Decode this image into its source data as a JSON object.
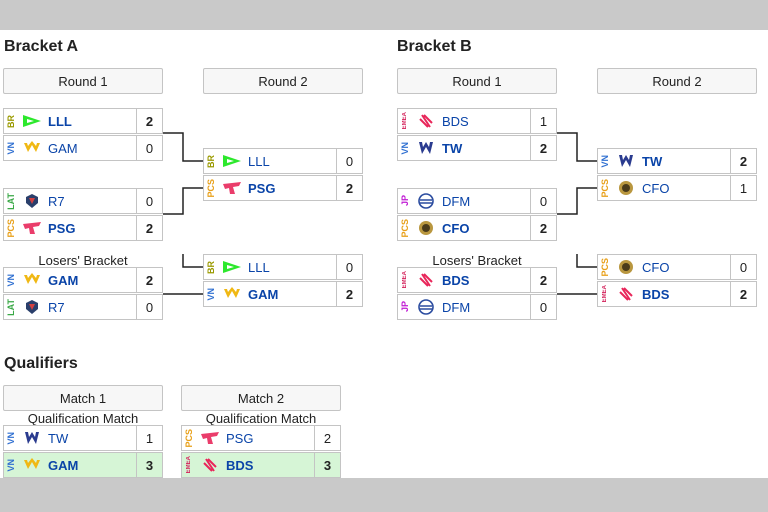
{
  "colors": {
    "region_BR": "#9a9a00",
    "region_VN": "#2f6fd1",
    "region_LAT": "#39a846",
    "region_PCS": "#e8a019",
    "region_EMEA": "#d4245c",
    "region_JP": "#c01bd4",
    "link": "#0a44a8",
    "winner_highlight": "#d6f5d6"
  },
  "bracket_a": {
    "title": "Bracket A",
    "round1_label": "Round 1",
    "round2_label": "Round 2",
    "losers_label": "Losers' Bracket",
    "r1_match1": [
      {
        "region": "BR",
        "name": "LLL",
        "score": "2",
        "logo": "lll-logo-icon"
      },
      {
        "region": "VN",
        "name": "GAM",
        "score": "0",
        "logo": "gam-logo-icon"
      }
    ],
    "r1_match2": [
      {
        "region": "LAT",
        "name": "R7",
        "score": "0",
        "logo": "r7-logo-icon"
      },
      {
        "region": "PCS",
        "name": "PSG",
        "score": "2",
        "logo": "psg-logo-icon"
      }
    ],
    "losers_match": [
      {
        "region": "VN",
        "name": "GAM",
        "score": "2",
        "logo": "gam-logo-icon"
      },
      {
        "region": "LAT",
        "name": "R7",
        "score": "0",
        "logo": "r7-logo-icon"
      }
    ],
    "r2_match1": [
      {
        "region": "BR",
        "name": "LLL",
        "score": "0",
        "logo": "lll-logo-icon"
      },
      {
        "region": "PCS",
        "name": "PSG",
        "score": "2",
        "logo": "psg-logo-icon"
      }
    ],
    "r2_match2": [
      {
        "region": "BR",
        "name": "LLL",
        "score": "0",
        "logo": "lll-logo-icon"
      },
      {
        "region": "VN",
        "name": "GAM",
        "score": "2",
        "logo": "gam-logo-icon"
      }
    ]
  },
  "bracket_b": {
    "title": "Bracket B",
    "round1_label": "Round 1",
    "round2_label": "Round 2",
    "losers_label": "Losers' Bracket",
    "r1_match1": [
      {
        "region": "EMEA",
        "name": "BDS",
        "score": "1",
        "logo": "bds-logo-icon"
      },
      {
        "region": "VN",
        "name": "TW",
        "score": "2",
        "logo": "tw-logo-icon"
      }
    ],
    "r1_match2": [
      {
        "region": "JP",
        "name": "DFM",
        "score": "0",
        "logo": "dfm-logo-icon"
      },
      {
        "region": "PCS",
        "name": "CFO",
        "score": "2",
        "logo": "cfo-logo-icon"
      }
    ],
    "losers_match": [
      {
        "region": "EMEA",
        "name": "BDS",
        "score": "2",
        "logo": "bds-logo-icon"
      },
      {
        "region": "JP",
        "name": "DFM",
        "score": "0",
        "logo": "dfm-logo-icon"
      }
    ],
    "r2_match1": [
      {
        "region": "VN",
        "name": "TW",
        "score": "2",
        "logo": "tw-logo-icon"
      },
      {
        "region": "PCS",
        "name": "CFO",
        "score": "1",
        "logo": "cfo-logo-icon"
      }
    ],
    "r2_match2": [
      {
        "region": "PCS",
        "name": "CFO",
        "score": "0",
        "logo": "cfo-logo-icon"
      },
      {
        "region": "EMEA",
        "name": "BDS",
        "score": "2",
        "logo": "bds-logo-icon"
      }
    ]
  },
  "qualifiers": {
    "title": "Qualifiers",
    "match1_label": "Match 1",
    "match2_label": "Match 2",
    "match1_caption": "Qualification Match",
    "match2_caption": "Qualification Match",
    "match1": [
      {
        "region": "VN",
        "name": "TW",
        "score": "1",
        "logo": "tw-logo-icon"
      },
      {
        "region": "VN",
        "name": "GAM",
        "score": "3",
        "logo": "gam-logo-icon"
      }
    ],
    "match2": [
      {
        "region": "PCS",
        "name": "PSG",
        "score": "2",
        "logo": "psg-logo-icon"
      },
      {
        "region": "EMEA",
        "name": "BDS",
        "score": "3",
        "logo": "bds-logo-icon"
      }
    ]
  }
}
